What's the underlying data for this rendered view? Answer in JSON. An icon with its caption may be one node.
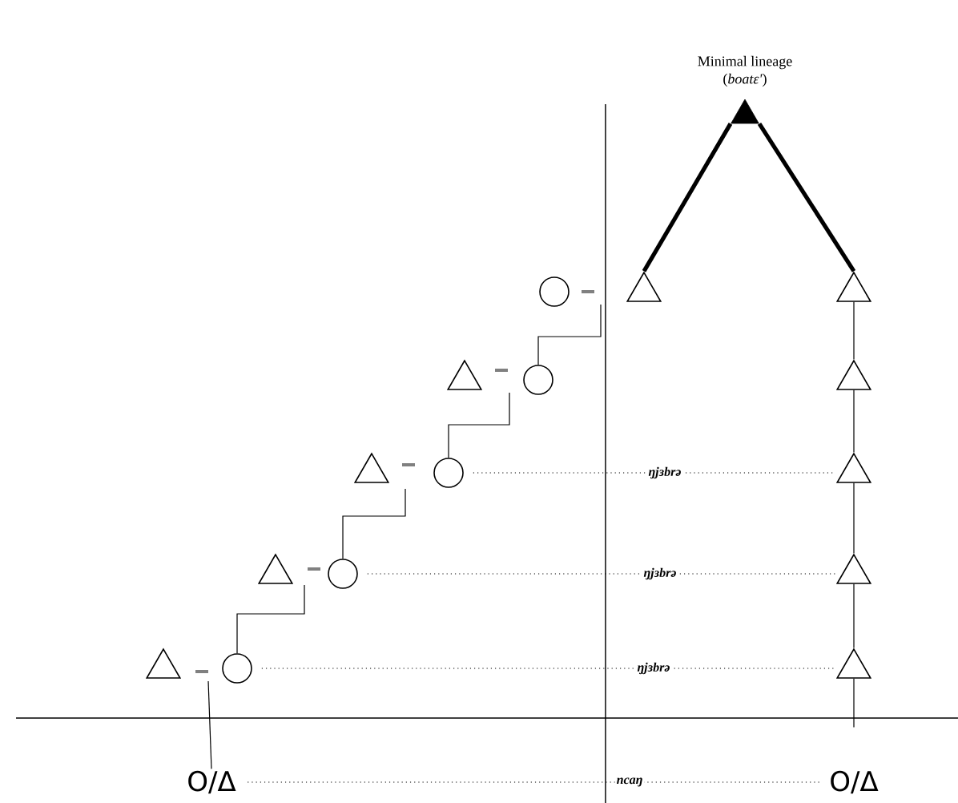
{
  "diagram": {
    "nodes": [
      {
        "text": [
          "Minimal lineage",
          "(*boatɛ'*)"
        ]
      },
      {
        "text": [],
        "shape": "circle"
      },
      {
        "text": [],
        "shape": "triangle"
      },
      {
        "text": [],
        "shape": "triangle"
      },
      {
        "text": [],
        "shape": "triangle"
      },
      {
        "text": [],
        "shape": "circle"
      },
      {
        "text": [],
        "shape": "triangle"
      },
      {
        "text": [],
        "shape": "triangle"
      },
      {
        "text": [],
        "shape": "circle"
      },
      {
        "text": [],
        "shape": "triangle"
      },
      {
        "text": [],
        "shape": "triangle"
      },
      {
        "text": [],
        "shape": "circle"
      },
      {
        "text": [],
        "shape": "triangle"
      },
      {
        "text": [],
        "shape": "triangle"
      },
      {
        "text": [],
        "shape": "circle"
      },
      {
        "text": [],
        "shape": "triangle"
      },
      {
        "text": [
          "O/Δ"
        ]
      },
      {
        "text": [
          "O/Δ"
        ]
      }
    ],
    "edges": [
      {
        "from": 0,
        "to": 2,
        "arrow": "none",
        "style": "thick"
      },
      {
        "from": 0,
        "to": 3,
        "arrow": "none",
        "style": "thick"
      },
      {
        "from": null,
        "to": 5,
        "arrow": "none"
      },
      {
        "from": 5,
        "to": 8,
        "arrow": "none"
      },
      {
        "from": 7,
        "to": 11,
        "arrow": "none"
      },
      {
        "from": 10,
        "to": 14,
        "arrow": "none"
      },
      {
        "from": 14,
        "to": 16,
        "arrow": "none"
      },
      {
        "from": 3,
        "to": 6,
        "arrow": "none"
      },
      {
        "from": 6,
        "to": 9,
        "arrow": "none"
      },
      {
        "from": 9,
        "to": 12,
        "arrow": "none"
      },
      {
        "from": 12,
        "to": 15,
        "arrow": "none"
      },
      {
        "from": 15,
        "to": 17,
        "arrow": "none"
      },
      {
        "from": 8,
        "to": 9,
        "arrow": "none",
        "style": "dashed",
        "label": "ŋjɜbrə"
      },
      {
        "from": 11,
        "to": 12,
        "arrow": "none",
        "style": "dashed",
        "label": "ŋjɜbrə"
      },
      {
        "from": 14,
        "to": 15,
        "arrow": "none",
        "style": "dashed",
        "label": "ŋjɜbrə"
      },
      {
        "from": 16,
        "to": 17,
        "arrow": "none",
        "style": "dashed",
        "label": "ncaŋ"
      }
    ]
  }
}
